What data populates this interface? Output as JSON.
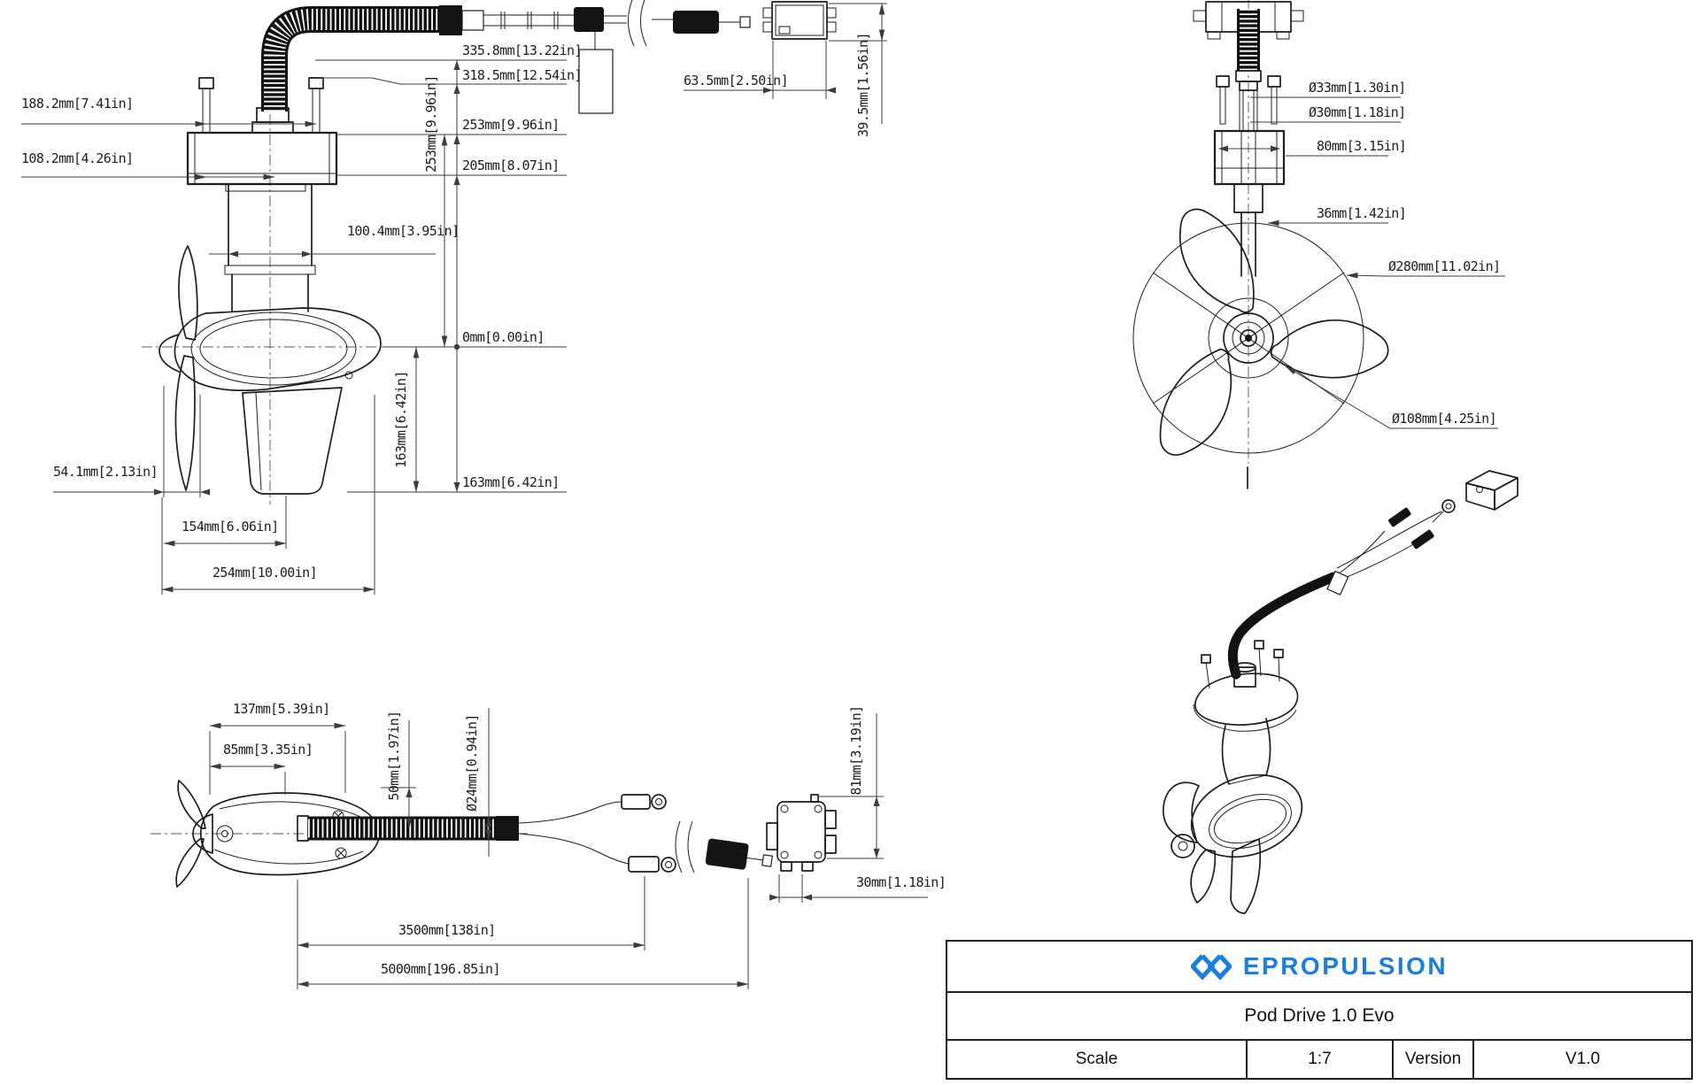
{
  "colors": {
    "accent": "#1b7ed9",
    "line": "#1d1d1d",
    "dim_text": "#1c1c1c",
    "background": "#ffffff"
  },
  "title_block": {
    "brand": "EPROPULSION",
    "product": "Pod Drive 1.0 Evo",
    "scale_label": "Scale",
    "scale_value": "1:7",
    "version_label": "Version",
    "version_value": "V1.0"
  },
  "views": {
    "side": {
      "bolt_spacing": "188.2mm[7.41in]",
      "bolt_to_center": "108.2mm[4.26in]",
      "cable_top_height": "335.8mm[13.22in]",
      "bolt_height": "318.5mm[12.54in]",
      "mount_top_height": "253mm[9.96in]",
      "mount_top_height_vertical": "253mm[9.96in]",
      "mount_bottom_height": "205mm[8.07in]",
      "motor_diameter": "100.4mm[3.95in]",
      "waterline": "0mm[0.00in]",
      "submersion_depth_vertical": "163mm[6.42in]",
      "submersion_depth": "163mm[6.42in]",
      "blade_offset": "54.1mm[2.13in]",
      "pod_length": "154mm[6.06in]",
      "overall_length": "254mm[10.00in]"
    },
    "control_box_top": {
      "width": "63.5mm[2.50in]",
      "height_vertical": "39.5mm[1.56in]"
    },
    "rear": {
      "tube_outer_diameter": "Ø33mm[1.30in]",
      "tube_inner_diameter": "Ø30mm[1.18in]",
      "clamp_width": "80mm[3.15in]",
      "shaft_width": "36mm[1.42in]",
      "propeller_diameter": "Ø280mm[11.02in]",
      "hub_diameter": "Ø108mm[4.25in]"
    },
    "top": {
      "nose_to_screw": "137mm[5.39in]",
      "nose_to_mast": "85mm[3.35in]",
      "center_offset_vertical": "50mm[1.97in]",
      "cable_diameter_vertical": "Ø24mm[0.94in]",
      "cable_length_1": "3500mm[138in]",
      "cable_length_2": "5000mm[196.85in]"
    },
    "control_box_side": {
      "height_vertical": "81mm[3.19in]",
      "foot_spacing": "30mm[1.18in]"
    }
  }
}
